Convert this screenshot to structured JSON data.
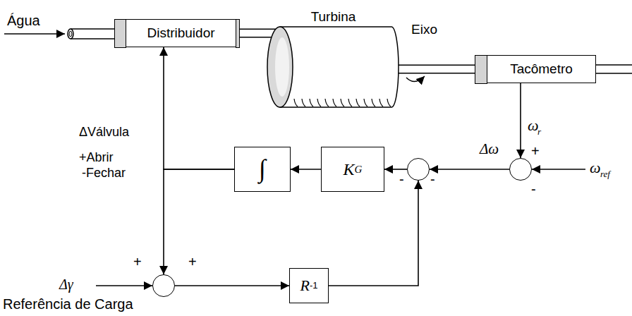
{
  "diagram": {
    "nodes": [
      {
        "text": [
          "Distribuidor"
        ]
      },
      {
        "text": [
          "Turbina"
        ]
      },
      {
        "text": [
          "Tacômetro"
        ]
      },
      {
        "text": [
          "+",
          "-"
        ]
      },
      {
        "text": [
          "-",
          "-"
        ]
      },
      {
        "text": [
          "K",
          "G"
        ]
      },
      {
        "text": [
          "∫"
        ]
      },
      {
        "text": [
          "+",
          "+"
        ]
      },
      {
        "text": [
          "R",
          "-1"
        ]
      }
    ],
    "edges": [
      {
        "from": 0,
        "to": 1,
        "arrow": "none"
      },
      {
        "from": 1,
        "to": 2,
        "label": "Eixo",
        "arrow": "none"
      },
      {
        "from": 2,
        "to": 3,
        "arrow": "to"
      },
      {
        "from": 3,
        "to": 4,
        "label": "Δω",
        "arrow": "to"
      },
      {
        "from": 4,
        "to": 5,
        "arrow": "to"
      },
      {
        "from": 5,
        "to": 6,
        "arrow": "to"
      },
      {
        "from": 6,
        "to": 0,
        "arrow": "to"
      },
      {
        "from": 6,
        "to": 7,
        "arrow": "to"
      },
      {
        "from": 7,
        "to": 8,
        "arrow": "to"
      },
      {
        "from": 8,
        "to": 4,
        "arrow": "to"
      }
    ],
    "labels": [
      "Água",
      "ω",
      "r",
      "ω",
      "ref",
      "ΔVálvula",
      "+Abrir",
      "-Fechar",
      "Δγ",
      "Referência de Carga"
    ]
  }
}
